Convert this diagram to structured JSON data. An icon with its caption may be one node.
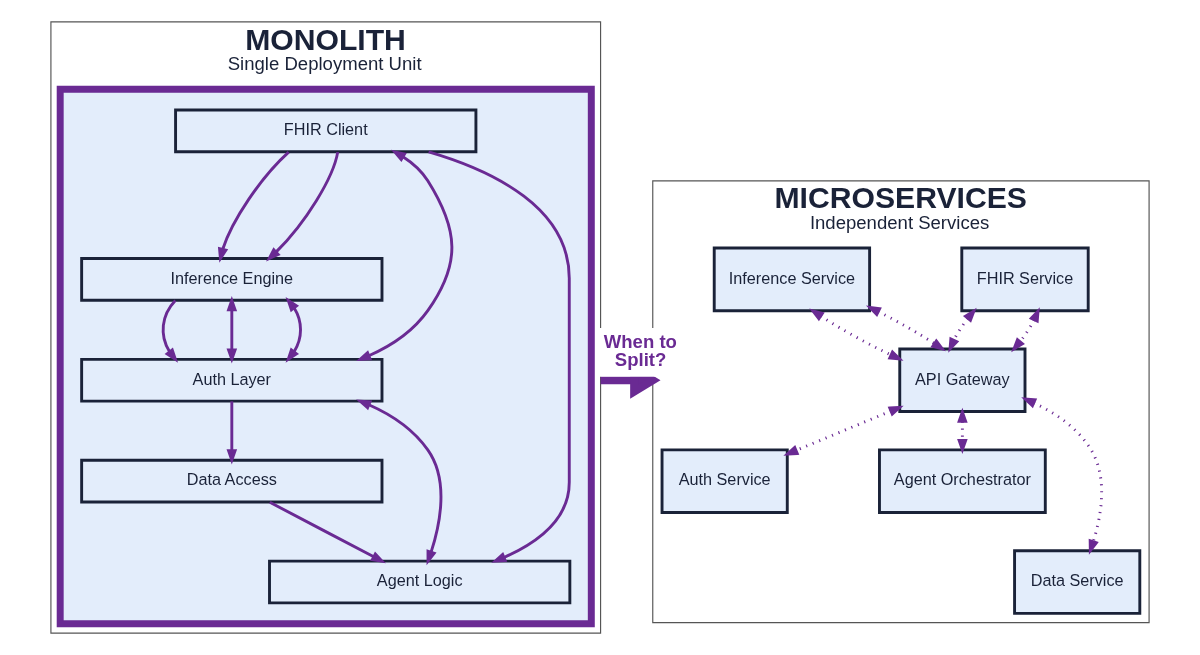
{
  "diagram": {
    "nodes": [
      {
        "text": [
          "MONOLITH",
          "Single Deployment Unit"
        ]
      },
      {
        "text": [],
        "shape": "box",
        "in": 0
      },
      {
        "text": [
          "FHIR Client"
        ],
        "in": 1
      },
      {
        "text": [
          "Inference Engine"
        ],
        "in": 1
      },
      {
        "text": [
          "Auth Layer"
        ],
        "in": 1
      },
      {
        "text": [
          "Data Access"
        ],
        "in": 1
      },
      {
        "text": [
          "Agent Logic"
        ],
        "in": 1
      },
      {
        "text": [
          "MICROSERVICES",
          "Independent Services"
        ]
      },
      {
        "text": [
          "FHIR Service"
        ],
        "in": 7
      },
      {
        "text": [
          "Inference Service"
        ],
        "in": 7
      },
      {
        "text": [
          "API Gateway"
        ],
        "in": 7
      },
      {
        "text": [
          "Auth Service"
        ],
        "in": 7
      },
      {
        "text": [
          "Agent Orchestrator"
        ],
        "in": 7
      },
      {
        "text": [
          "Data Service"
        ],
        "in": 7
      }
    ],
    "edges": [
      {
        "from": 2,
        "to": 3,
        "arrow": "to"
      },
      {
        "from": 3,
        "to": 4,
        "arrow": "to"
      },
      {
        "from": 4,
        "to": 5,
        "arrow": "to"
      },
      {
        "from": 5,
        "to": 6,
        "arrow": "to"
      },
      {
        "from": 2,
        "to": 6,
        "arrow": "to"
      },
      {
        "from": 3,
        "to": 4,
        "arrow": "both"
      },
      {
        "from": 2,
        "to": 4,
        "arrow": "both"
      },
      {
        "from": 2,
        "to": 3,
        "arrow": "to"
      },
      {
        "from": 3,
        "to": 4,
        "arrow": "both"
      },
      {
        "from": 4,
        "to": 6,
        "arrow": "both"
      },
      {
        "from": 0,
        "to": 7,
        "arrow": "to",
        "label": "When to Split?",
        "style": "thick"
      },
      {
        "from": 8,
        "to": 10,
        "arrow": "both",
        "style": "dashed"
      },
      {
        "from": 9,
        "to": 10,
        "arrow": "both",
        "style": "dashed"
      },
      {
        "from": 8,
        "to": 10,
        "arrow": "both",
        "style": "dashed"
      },
      {
        "from": 9,
        "to": 10,
        "arrow": "both",
        "style": "dashed"
      },
      {
        "from": 10,
        "to": 11,
        "arrow": "both",
        "style": "dashed"
      },
      {
        "from": 10,
        "to": 12,
        "arrow": "both",
        "style": "dashed"
      },
      {
        "from": 10,
        "to": 13,
        "arrow": "both",
        "style": "dashed"
      }
    ]
  }
}
